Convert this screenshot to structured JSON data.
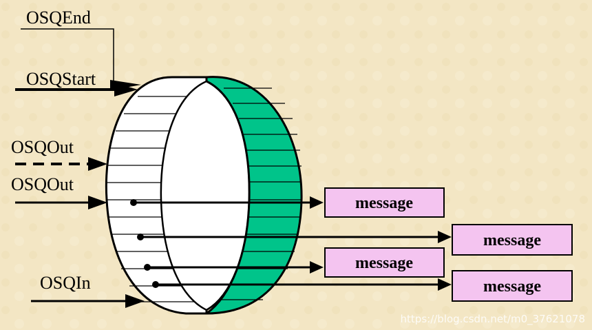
{
  "labels": {
    "osq_end": "OSQEnd",
    "osq_start": "OSQStart",
    "osq_out_dashed": "OSQOut",
    "osq_out": "OSQOut",
    "osq_in": "OSQIn"
  },
  "messages": [
    "message",
    "message",
    "message",
    "message"
  ],
  "watermark": "https://blog.csdn.net/m0_37621078",
  "colors": {
    "background": "#f3e6c4",
    "ring_fill": "#00c48a",
    "ring_white": "#ffffff",
    "message_fill": "#f4c4f0",
    "stroke": "#000000"
  }
}
